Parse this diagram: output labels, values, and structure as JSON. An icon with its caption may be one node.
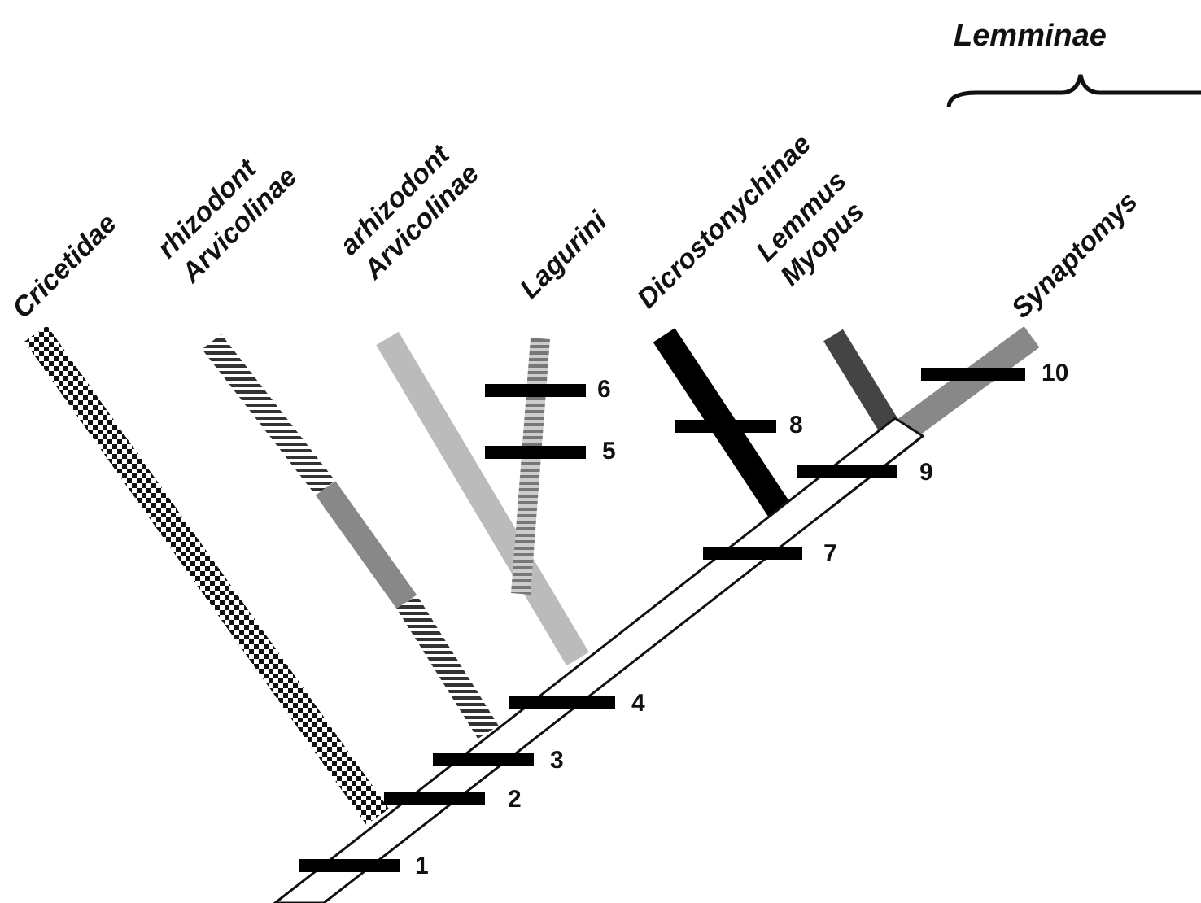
{
  "diagram": {
    "labels": [
      "Lemminae",
      "Cricetidae",
      "rhizodont Arvicolinae",
      "arhizodont Arvicolinae",
      "Lagurini",
      "Dicrostonychinae",
      "Lemmus Myopus",
      "Synaptomys",
      "10",
      "6",
      "8",
      "9",
      "5",
      "7",
      "4",
      "3",
      "2",
      "1"
    ]
  }
}
